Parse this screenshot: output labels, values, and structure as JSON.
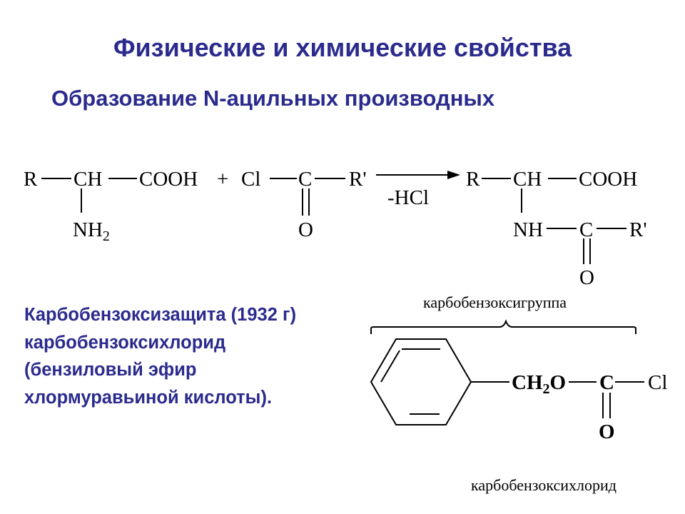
{
  "title": "Физические и химические свойства",
  "subtitle": "Образование N-ацильных производных",
  "colors": {
    "heading": "#2b2b8e",
    "text": "#000000"
  },
  "reaction": {
    "reactant1": {
      "r": "R",
      "ch": "CH",
      "cooh": "COOH",
      "nh": "NH",
      "nh_sub": "2"
    },
    "plus": "+",
    "reactant2": {
      "cl": "Cl",
      "c": "C",
      "r2": "R'",
      "o": "O"
    },
    "byproduct": "-HCl",
    "product": {
      "r": "R",
      "ch": "CH",
      "cooh": "COOH",
      "nh": "NH",
      "c": "C",
      "r2": "R'",
      "o": "O"
    }
  },
  "cbz_text": {
    "line1": "Карбобензоксизащита (1932 г)",
    "line2": "карбобензоксихлорид",
    "line3": "(бензиловый эфир",
    "line4": "хлормуравьиной кислоты)."
  },
  "group_label": "карбобензоксигруппа",
  "structure": {
    "ch": "CH",
    "ch_sub": "2",
    "o_ester": "O",
    "c": "C",
    "cl": "Cl",
    "o": "O"
  },
  "bottom_label": "карбобензоксихлорид"
}
